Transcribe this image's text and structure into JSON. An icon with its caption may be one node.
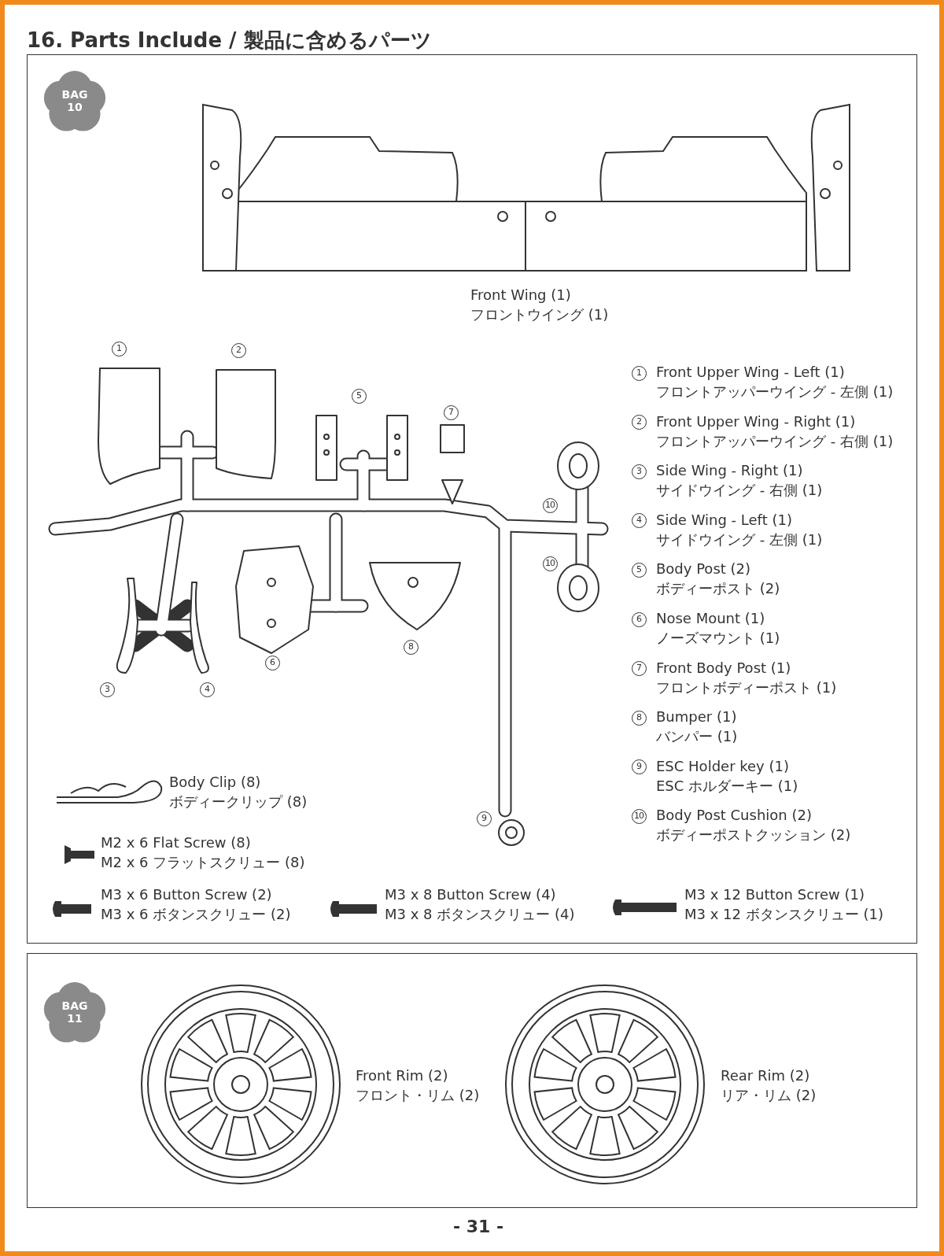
{
  "diagram": {
    "title": "16. Parts Include / 製品に含めるパーツ",
    "nodes": [
      {
        "text": [],
        "shape": "box"
      },
      {
        "text": [
          "BAG 10"
        ],
        "in": 0
      },
      {
        "text": [],
        "shape": "box"
      },
      {
        "text": [
          "BAG 11"
        ],
        "in": 2
      }
    ],
    "labels": [
      "Front Wing (1)",
      "フロントウイング (1)",
      "1",
      "2",
      "5",
      "7",
      "10",
      "10",
      "6",
      "8",
      "3",
      "4",
      "9",
      "1",
      "Front Upper Wing - Left (1)",
      "フロントアッパーウイング - 左側 (1)",
      "2",
      "Front Upper Wing - Right (1)",
      "フロントアッパーウイング - 右側 (1)",
      "3",
      "Side Wing - Right (1)",
      "サイドウイング - 右側 (1)",
      "4",
      "Side Wing - Left (1)",
      "サイドウイング - 左側 (1)",
      "5",
      "Body Post (2)",
      "ボディーポスト (2)",
      "6",
      "Nose Mount (1)",
      "ノーズマウント (1)",
      "7",
      "Front Body Post (1)",
      "フロントボディーポスト (1)",
      "8",
      "Bumper (1)",
      "バンパー (1)",
      "9",
      "ESC Holder key (1)",
      "ESC ホルダーキー (1)",
      "10",
      "Body Post Cushion (2)",
      "ボディーポストクッション (2)",
      "Body Clip (8)",
      "ボディークリップ (8)",
      "M2 x 6 Flat Screw (8)",
      "M2 x 6 フラットスクリュー (8)",
      "M3 x 6 Button Screw (2)",
      "M3 x 6 ボタンスクリュー (2)",
      "M3 x 8 Button Screw (4)",
      "M3 x 8 ボタンスクリュー (4)",
      "M3 x 12 Button Screw (1)",
      "M3 x 12 ボタンスクリュー (1)",
      "Front Rim (2)",
      "フロント・リム (2)",
      "Rear Rim (2)",
      "リア・リム (2)",
      "- 31 -"
    ]
  }
}
